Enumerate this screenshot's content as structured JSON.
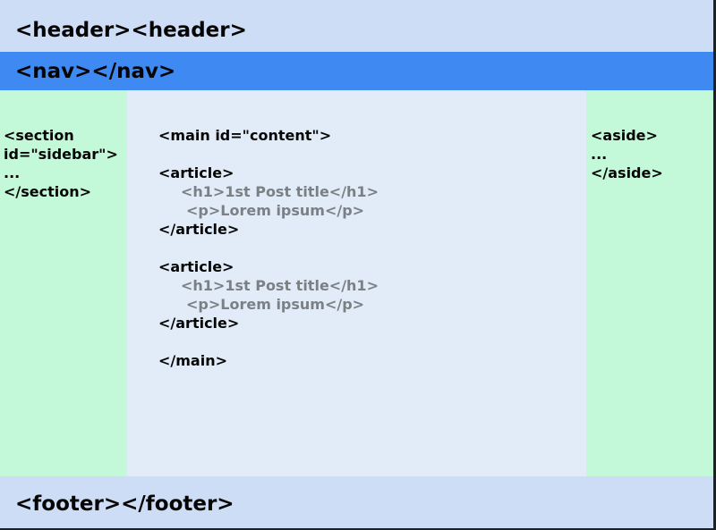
{
  "colors": {
    "header_bg": "#cdddf6",
    "nav_bg": "#3e8af2",
    "sidebar_bg": "#c3f8d8",
    "main_bg": "#e2ecf9",
    "aside_bg": "#c3f8d8",
    "footer_bg": "#cdddf6",
    "text_primary": "#050505",
    "text_muted": "#7b8084",
    "page_edge": "#1d2227"
  },
  "header": {
    "label": "<header><header>"
  },
  "nav": {
    "label": "<nav></nav>"
  },
  "sidebar": {
    "lines": [
      "<section",
      "id=\"sidebar\">",
      "...",
      "</section>"
    ]
  },
  "main": {
    "open_tag": "<main id=\"content\">",
    "articles": [
      {
        "open": "<article>",
        "h1": "<h1>1st Post title</h1>",
        "p": "<p>Lorem ipsum</p>",
        "close": "</article>"
      },
      {
        "open": "<article>",
        "h1": "<h1>1st Post title</h1>",
        "p": "<p>Lorem ipsum</p>",
        "close": "</article>"
      }
    ],
    "close_tag": "</main>"
  },
  "aside": {
    "lines": [
      "<aside>",
      "...",
      "</aside>"
    ]
  },
  "footer": {
    "label": "<footer></footer>"
  }
}
